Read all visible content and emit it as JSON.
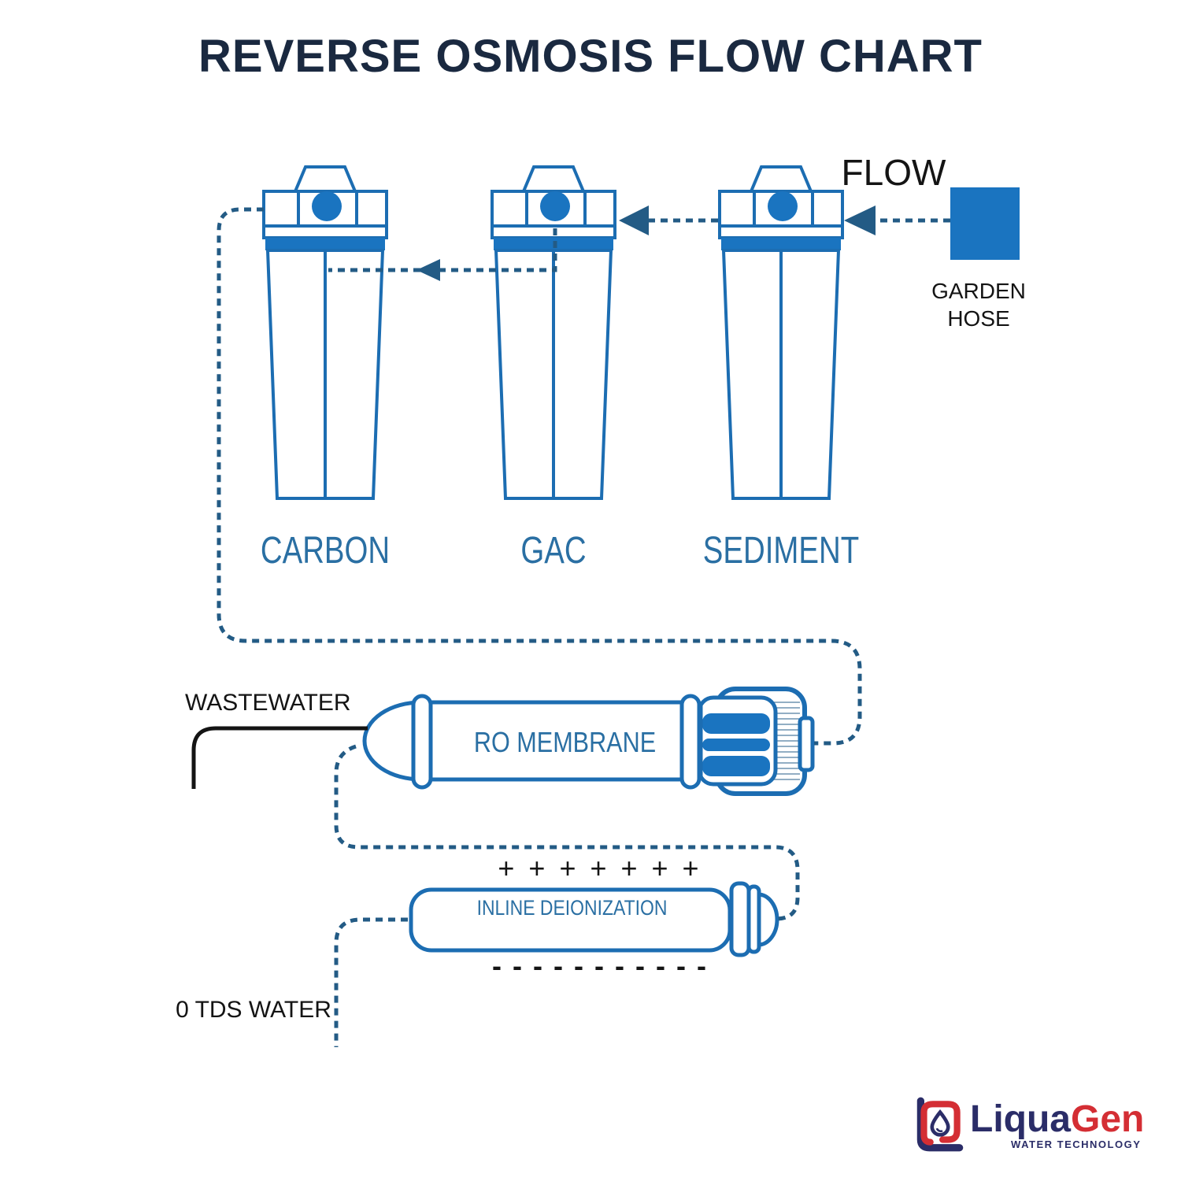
{
  "title": "REVERSE OSMOSIS FLOW CHART",
  "flow": {
    "label": "FLOW"
  },
  "garden_hose": {
    "line1": "GARDEN",
    "line2": "HOSE"
  },
  "filters": [
    {
      "name": "CARBON"
    },
    {
      "name": "GAC"
    },
    {
      "name": "SEDIMENT"
    }
  ],
  "ro_membrane": {
    "label": "RO MEMBRANE"
  },
  "inline_di": {
    "label": "INLINE DEIONIZATION",
    "positive_ions": "+ + + + + + +",
    "negative_ions": "- - - - - - - - - - -"
  },
  "wastewater_label": "WASTEWATER",
  "output_label": "0 TDS WATER",
  "logo": {
    "brand_part1": "Liqua",
    "brand_part2": "Gen",
    "tagline": "WATER TECHNOLOGY"
  },
  "colors": {
    "outline_blue": "#1c6db2",
    "fill_blue": "#1a74c0",
    "dash_blue": "#235b85",
    "label_blue": "#2a6fa3",
    "title_navy": "#1a2940",
    "ink_black": "#141414",
    "logo_navy": "#2b2d68",
    "logo_red": "#d42e34"
  }
}
